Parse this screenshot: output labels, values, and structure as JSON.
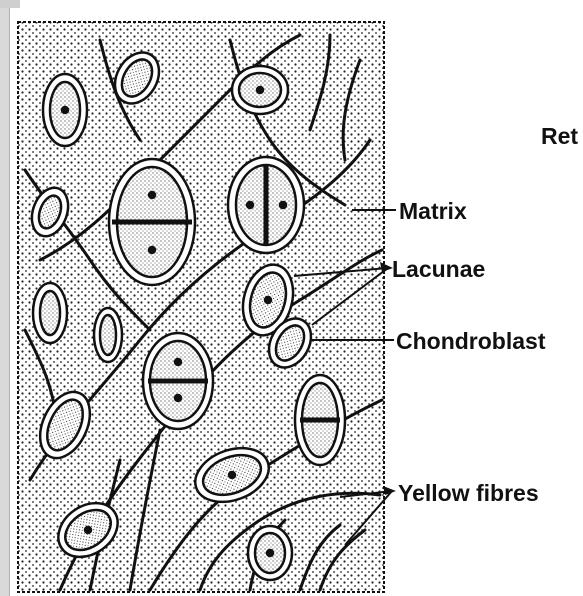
{
  "labels": {
    "ret": "Ret",
    "matrix": "Matrix",
    "lacunae": "Lacunae",
    "chondroblast": "Chondroblast",
    "yellow_fibres": "Yellow fibres"
  }
}
